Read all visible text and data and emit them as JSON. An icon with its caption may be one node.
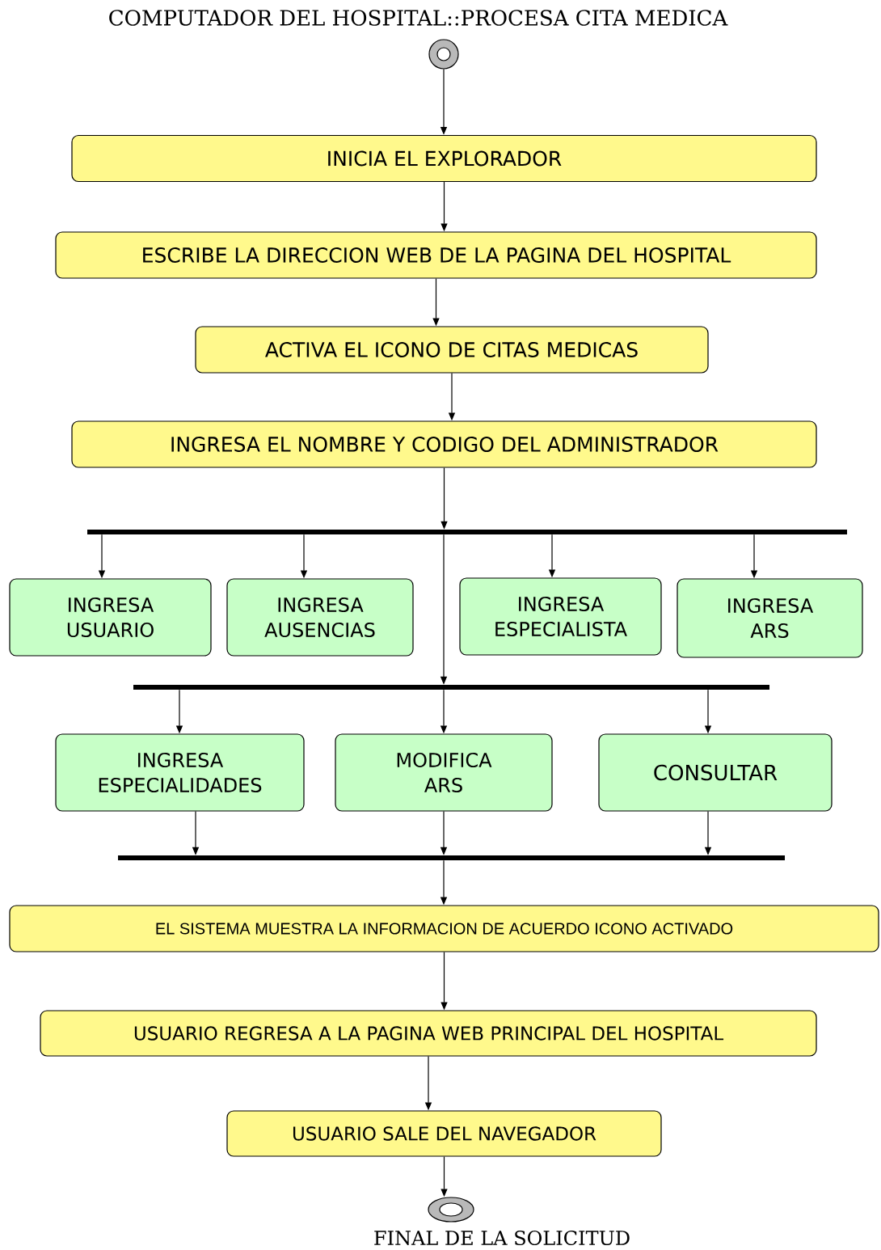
{
  "diagram": {
    "title": "COMPUTADOR DEL HOSPITAL::PROCESA CITA MEDICA",
    "nodes": [
      {
        "text": [],
        "shape": "circle"
      },
      {
        "text": [
          "INICIA EL EXPLORADOR"
        ]
      },
      {
        "text": [
          "ESCRIBE LA DIRECCION WEB DE LA PAGINA DEL HOSPITAL"
        ]
      },
      {
        "text": [
          "ACTIVA EL ICONO DE CITAS MEDICAS"
        ]
      },
      {
        "text": [
          "INGRESA EL NOMBRE Y CODIGO DEL ADMINISTRADOR"
        ]
      },
      {
        "text": [],
        "shape": "bar"
      },
      {
        "text": [
          "INGRESA USUARIO"
        ]
      },
      {
        "text": [
          "INGRESA AUSENCIAS"
        ]
      },
      {
        "text": [
          "INGRESA ESPECIALISTA"
        ]
      },
      {
        "text": [
          "INGRESA ARS"
        ]
      },
      {
        "text": [],
        "shape": "bar"
      },
      {
        "text": [
          "INGRESA ESPECIALIDADES"
        ]
      },
      {
        "text": [
          "MODIFICA ARS"
        ]
      },
      {
        "text": [
          "CONSULTAR"
        ]
      },
      {
        "text": [],
        "shape": "bar"
      },
      {
        "text": [
          "EL SISTEMA MUESTRA LA INFORMACION DE ACUERDO ICONO ACTIVADO"
        ]
      },
      {
        "text": [
          "USUARIO REGRESA A LA PAGINA WEB PRINCIPAL DEL HOSPITAL"
        ]
      },
      {
        "text": [
          "USUARIO SALE DEL NAVEGADOR"
        ]
      },
      {
        "text": [],
        "shape": "circle",
        "beside": [
          "FINAL DE LA SOLICITUD"
        ]
      }
    ],
    "edges": [
      {
        "from": 0,
        "to": 1,
        "arrow": "to"
      },
      {
        "from": 1,
        "to": 2,
        "arrow": "to"
      },
      {
        "from": 2,
        "to": 3,
        "arrow": "to"
      },
      {
        "from": 3,
        "to": 4,
        "arrow": "to"
      },
      {
        "from": 4,
        "to": 5,
        "arrow": "to"
      },
      {
        "from": 5,
        "to": 6,
        "arrow": "to"
      },
      {
        "from": 5,
        "to": 7,
        "arrow": "to"
      },
      {
        "from": 5,
        "to": 8,
        "arrow": "to"
      },
      {
        "from": 5,
        "to": 9,
        "arrow": "to"
      },
      {
        "from": 5,
        "to": 10,
        "arrow": "to"
      },
      {
        "from": 10,
        "to": 11,
        "arrow": "to"
      },
      {
        "from": 10,
        "to": 12,
        "arrow": "to"
      },
      {
        "from": 10,
        "to": 13,
        "arrow": "to"
      },
      {
        "from": 11,
        "to": 14,
        "arrow": "to"
      },
      {
        "from": 12,
        "to": 14,
        "arrow": "to"
      },
      {
        "from": 13,
        "to": 14,
        "arrow": "to"
      },
      {
        "from": 14,
        "to": 15,
        "arrow": "to"
      },
      {
        "from": 15,
        "to": 16,
        "arrow": "to"
      },
      {
        "from": 16,
        "to": 17,
        "arrow": "to"
      },
      {
        "from": 17,
        "to": 18,
        "arrow": "to"
      }
    ]
  }
}
